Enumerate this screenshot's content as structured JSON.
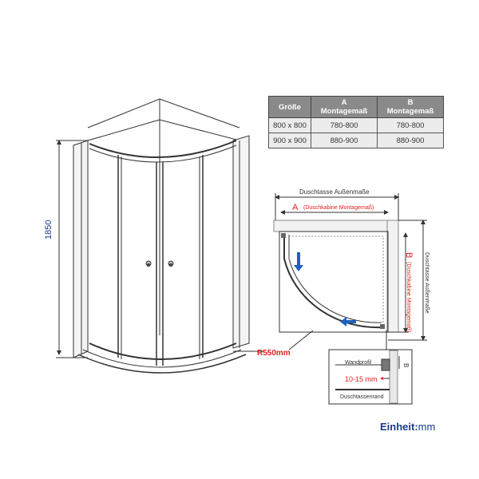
{
  "table": {
    "headers": [
      {
        "line1": "Größe",
        "line2": ""
      },
      {
        "line1": "A",
        "line2": "Montagemaß"
      },
      {
        "line1": "B",
        "line2": "Montagemaß"
      }
    ],
    "rows": [
      [
        "800 x 800",
        "780-800",
        "780-800"
      ],
      [
        "900 x 900",
        "880-900",
        "880-900"
      ]
    ]
  },
  "front_view": {
    "height_label": "1850",
    "radius_label": "R550mm"
  },
  "top_view": {
    "top_dim_label": "Duschtasse Außenmaße",
    "a_letter": "A",
    "a_caption": "(Duschkabine Montagemaß)",
    "b_letter": "B",
    "b_caption": "(Duschkabine Montagemaß)",
    "right_dim_label": "Duschtasse Außenmaße"
  },
  "detail": {
    "wall_profile": "Wandprofil",
    "gap": "10-15 mm",
    "tray_edge": "Duschtassenrand",
    "b_letter": "B"
  },
  "unit": {
    "label": "Einheit:",
    "value": "mm"
  },
  "colors": {
    "red": "#e02020",
    "blue": "#1f5fbf",
    "line": "#333333",
    "grid": "#777777"
  }
}
